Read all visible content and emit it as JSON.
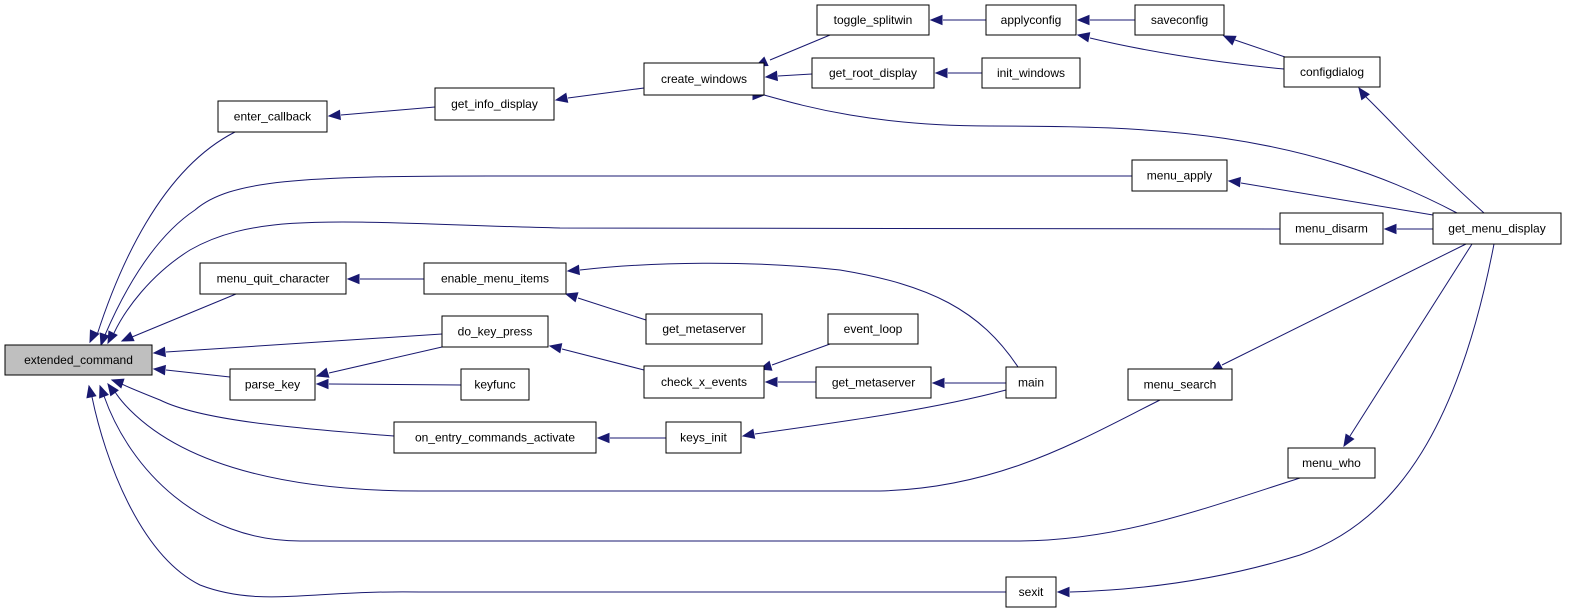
{
  "graph": {
    "colors": {
      "edge": "#191970",
      "node_border": "#000000",
      "root_fill": "#bfbfbf",
      "node_fill": "#ffffff"
    },
    "nodes": [
      {
        "id": "extended_command",
        "label": "extended_command",
        "root": true
      },
      {
        "id": "enter_callback",
        "label": "enter_callback"
      },
      {
        "id": "get_info_display",
        "label": "get_info_display"
      },
      {
        "id": "create_windows",
        "label": "create_windows"
      },
      {
        "id": "toggle_splitwin",
        "label": "toggle_splitwin"
      },
      {
        "id": "applyconfig",
        "label": "applyconfig"
      },
      {
        "id": "saveconfig",
        "label": "saveconfig"
      },
      {
        "id": "configdialog",
        "label": "configdialog"
      },
      {
        "id": "get_root_display",
        "label": "get_root_display"
      },
      {
        "id": "init_windows",
        "label": "init_windows"
      },
      {
        "id": "menu_apply",
        "label": "menu_apply"
      },
      {
        "id": "menu_disarm",
        "label": "menu_disarm"
      },
      {
        "id": "get_menu_display",
        "label": "get_menu_display"
      },
      {
        "id": "menu_quit_character",
        "label": "menu_quit_character"
      },
      {
        "id": "enable_menu_items",
        "label": "enable_menu_items"
      },
      {
        "id": "get_metaserver_top",
        "label": "get_metaserver"
      },
      {
        "id": "do_key_press",
        "label": "do_key_press"
      },
      {
        "id": "event_loop",
        "label": "event_loop"
      },
      {
        "id": "check_x_events",
        "label": "check_x_events"
      },
      {
        "id": "get_metaserver_mid",
        "label": "get_metaserver"
      },
      {
        "id": "main",
        "label": "main"
      },
      {
        "id": "parse_key",
        "label": "parse_key"
      },
      {
        "id": "keyfunc",
        "label": "keyfunc"
      },
      {
        "id": "menu_search",
        "label": "menu_search"
      },
      {
        "id": "on_entry_commands_activate",
        "label": "on_entry_commands_activate"
      },
      {
        "id": "keys_init",
        "label": "keys_init"
      },
      {
        "id": "menu_who",
        "label": "menu_who"
      },
      {
        "id": "sexit",
        "label": "sexit"
      }
    ],
    "edges": [
      {
        "from": "enter_callback",
        "to": "extended_command"
      },
      {
        "from": "get_info_display",
        "to": "enter_callback"
      },
      {
        "from": "create_windows",
        "to": "get_info_display"
      },
      {
        "from": "toggle_splitwin",
        "to": "create_windows"
      },
      {
        "from": "get_root_display",
        "to": "create_windows"
      },
      {
        "from": "applyconfig",
        "to": "toggle_splitwin"
      },
      {
        "from": "saveconfig",
        "to": "applyconfig"
      },
      {
        "from": "configdialog",
        "to": "applyconfig"
      },
      {
        "from": "configdialog",
        "to": "saveconfig"
      },
      {
        "from": "init_windows",
        "to": "get_root_display"
      },
      {
        "from": "get_menu_display",
        "to": "create_windows"
      },
      {
        "from": "get_menu_display",
        "to": "configdialog"
      },
      {
        "from": "menu_apply",
        "to": "extended_command"
      },
      {
        "from": "get_menu_display",
        "to": "menu_apply"
      },
      {
        "from": "menu_disarm",
        "to": "extended_command"
      },
      {
        "from": "get_menu_display",
        "to": "menu_disarm"
      },
      {
        "from": "menu_quit_character",
        "to": "extended_command"
      },
      {
        "from": "enable_menu_items",
        "to": "menu_quit_character"
      },
      {
        "from": "get_metaserver_top",
        "to": "enable_menu_items"
      },
      {
        "from": "main",
        "to": "enable_menu_items"
      },
      {
        "from": "do_key_press",
        "to": "extended_command"
      },
      {
        "from": "check_x_events",
        "to": "do_key_press"
      },
      {
        "from": "event_loop",
        "to": "check_x_events"
      },
      {
        "from": "get_metaserver_mid",
        "to": "check_x_events"
      },
      {
        "from": "main",
        "to": "get_metaserver_mid"
      },
      {
        "from": "parse_key",
        "to": "extended_command"
      },
      {
        "from": "do_key_press",
        "to": "parse_key"
      },
      {
        "from": "keyfunc",
        "to": "parse_key"
      },
      {
        "from": "on_entry_commands_activate",
        "to": "extended_command"
      },
      {
        "from": "keys_init",
        "to": "on_entry_commands_activate"
      },
      {
        "from": "main",
        "to": "keys_init"
      },
      {
        "from": "menu_search",
        "to": "extended_command"
      },
      {
        "from": "get_menu_display",
        "to": "menu_search"
      },
      {
        "from": "menu_who",
        "to": "extended_command"
      },
      {
        "from": "get_menu_display",
        "to": "menu_who"
      },
      {
        "from": "sexit",
        "to": "extended_command"
      },
      {
        "from": "get_menu_display",
        "to": "sexit"
      }
    ]
  }
}
